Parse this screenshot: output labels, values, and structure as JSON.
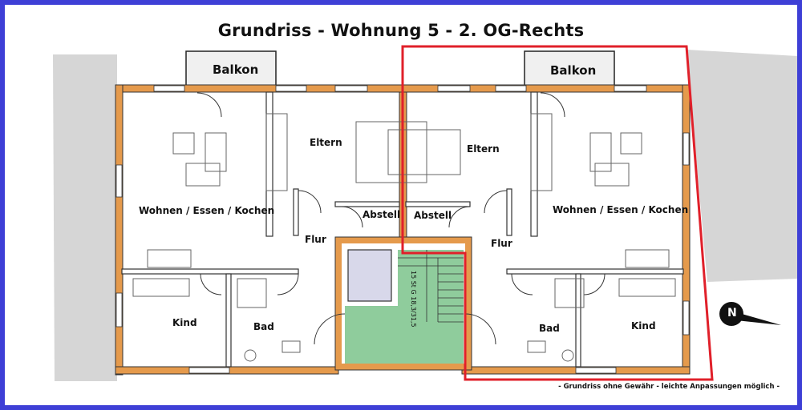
{
  "title": "Grundriss - Wohnung 5 - 2. OG-Rechts",
  "rooms": {
    "balkon_left": "Balkon",
    "balkon_right": "Balkon",
    "eltern_left": "Eltern",
    "eltern_right": "Eltern",
    "wohnen_left": "Wohnen / Essen / Kochen",
    "wohnen_right": "Wohnen / Essen / Kochen",
    "abstell_left": "Abstell",
    "abstell_right": "Abstell",
    "flur_left": "Flur",
    "flur_right": "Flur",
    "kind_left": "Kind",
    "kind_right": "Kind",
    "bad_left": "Bad",
    "bad_right": "Bad"
  },
  "stairs": "15 St G 18,3/31,5",
  "compass": "N",
  "footnote": "- Grundriss ohne Gewähr - leichte Anpassungen möglich -",
  "colors": {
    "frame": "#3e3fd6",
    "highlight": "#e0202a",
    "wall_fill": "#e59a4c",
    "stair_fill": "#8fcc9c",
    "neighbor": "#d6d6d6"
  }
}
